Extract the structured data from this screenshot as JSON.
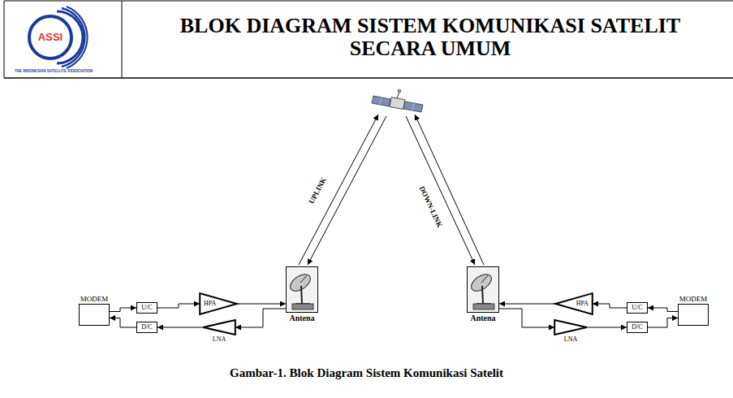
{
  "diagram": {
    "title": "BLOK DIAGRAM SISTEM KOMUNIKASI SATELIT SECARA UMUM",
    "caption": "Gambar-1. Blok Diagram Sistem Komunikasi Satelit",
    "nodes": [
      {
        "text": [
          "MODEM"
        ]
      },
      {
        "text": [
          "U/C"
        ]
      },
      {
        "text": [
          "D/C"
        ]
      },
      {
        "text": [
          "HPA"
        ]
      },
      {
        "text": [
          "LNA"
        ]
      },
      {
        "text": [
          "Antena"
        ]
      },
      {
        "text": [
          "Antena"
        ]
      },
      {
        "text": [
          "HPA"
        ]
      },
      {
        "text": [
          "LNA"
        ]
      },
      {
        "text": [
          "U/C"
        ]
      },
      {
        "text": [
          "D/C"
        ]
      },
      {
        "text": [
          "MODEM"
        ]
      }
    ],
    "edges": [
      {
        "from": 0,
        "to": 1,
        "arrow": "to"
      },
      {
        "from": 2,
        "to": 0,
        "arrow": "to"
      },
      {
        "from": 1,
        "to": 3,
        "arrow": "to"
      },
      {
        "from": 3,
        "to": 5,
        "arrow": "to"
      },
      {
        "from": 5,
        "to": 4,
        "arrow": "to"
      },
      {
        "from": 4,
        "to": 2,
        "arrow": "to"
      },
      {
        "from": 11,
        "to": 9,
        "arrow": "to"
      },
      {
        "from": 9,
        "to": 7,
        "arrow": "to"
      },
      {
        "from": 7,
        "to": 6,
        "arrow": "to"
      },
      {
        "from": 6,
        "to": 8,
        "arrow": "to"
      },
      {
        "from": 8,
        "to": 10,
        "arrow": "to"
      },
      {
        "from": 10,
        "to": 11,
        "arrow": "to"
      }
    ],
    "labels": [
      "ASSI",
      "THE INDONESIAN SATELLITE ASSOCIATION",
      "UPLINK",
      "DOWN-LINK"
    ]
  }
}
